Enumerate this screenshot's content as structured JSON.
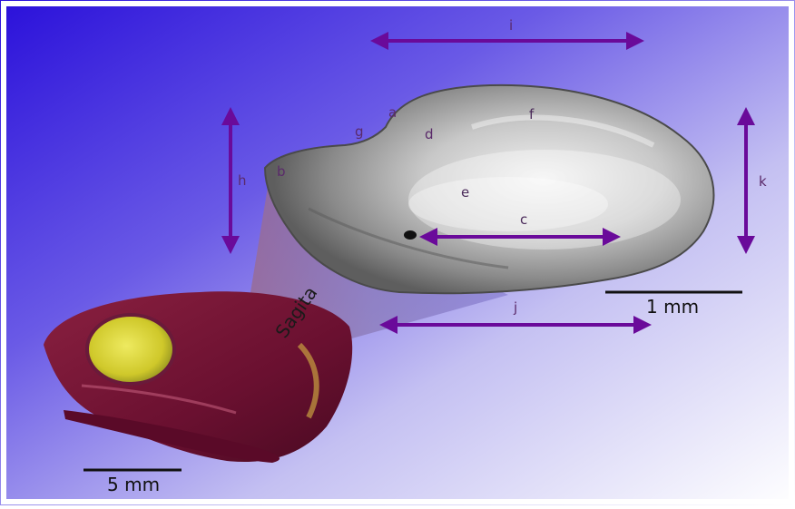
{
  "figure": {
    "labels": {
      "a": "a",
      "b": "b",
      "c": "c",
      "d": "d",
      "e": "e",
      "f": "f",
      "g": "g",
      "h": "h",
      "i": "i",
      "j": "j",
      "k": "k"
    },
    "sagita_label": "Sagita",
    "scale_bar_otolith": "1 mm",
    "scale_bar_head": "5 mm"
  },
  "colors": {
    "arrow": "#6a0a9a",
    "letter": "#5a2a6a",
    "background_left": "#2b10d8",
    "background_right": "#ffffff",
    "fish_head": "#7a1a3a",
    "eye": "#d6d232"
  }
}
